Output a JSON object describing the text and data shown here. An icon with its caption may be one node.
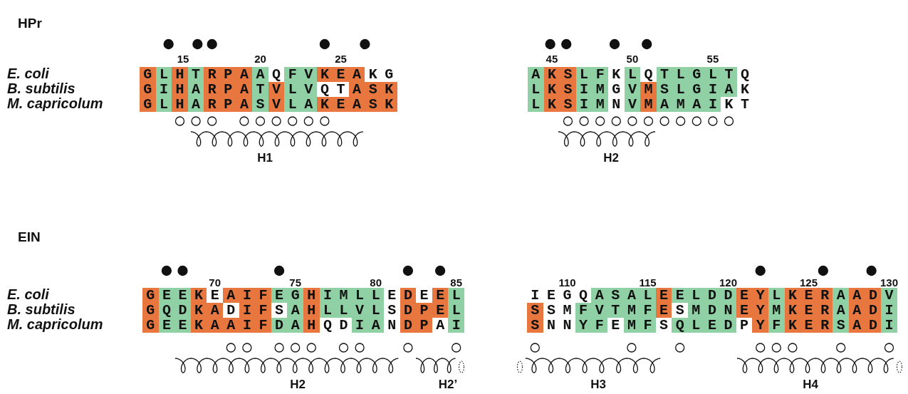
{
  "diagram": {
    "labels": [
      "HPr",
      "15",
      "20",
      "25",
      "45",
      "50",
      "55",
      "E. coli",
      "GLHTRPAAQFVKEAKG",
      "AKSLFKLQTLGLTQ",
      "B. subtilis",
      "GIHARPATVLVQTASK",
      "LKSIMGVMSLGIAK",
      "M. capricolum",
      "GLHARPASVLAKEASK",
      "LKSIMNVMAMAIKT",
      "H1",
      "H2",
      "EIN",
      "70",
      "75",
      "80",
      "85",
      "110",
      "115",
      "120",
      "125",
      "130",
      "E. coli",
      "GEEKEAIFEGHIMLLEDEEL",
      "IEGQASALEELDDEYLKERAADV",
      "B. subtilis",
      "GQDKADIFSAHLLVLSDPEL",
      "SSMFVTMFESMDNEYMKERAADI",
      "M. capricolum",
      "GEEKAAIFDAHQDIANDPAI",
      "SNNYFEMFSQLEDPYFKERSADI",
      "H2",
      "H2’",
      "H3",
      "H4"
    ]
  }
}
